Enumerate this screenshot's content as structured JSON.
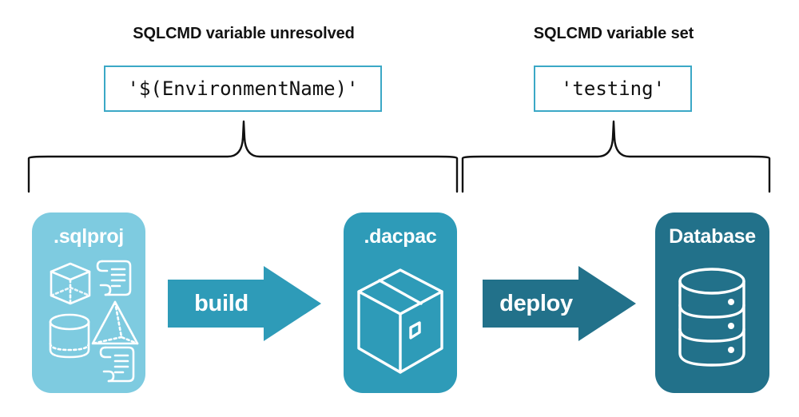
{
  "diagram": {
    "title_left": "SQLCMD variable unresolved",
    "title_right": "SQLCMD variable set",
    "code_left": "'$(EnvironmentName)'",
    "code_right": "'testing'",
    "colors": {
      "light_teal": "#7ECBE0",
      "mid_teal": "#2E9BB8",
      "dark_teal": "#22718A",
      "box_border": "#3BA8C6",
      "brace": "#111111",
      "text_dark": "#121212",
      "text_light": "#ffffff",
      "background": "#ffffff"
    },
    "stages": [
      {
        "id": "sqlproj",
        "label": ".sqlproj",
        "icons": [
          "cube-icon",
          "scroll-icon",
          "pyramid-icon",
          "cylinder-icon",
          "scroll-icon"
        ]
      },
      {
        "id": "dacpac",
        "label": ".dacpac",
        "icons": [
          "package-box-icon"
        ]
      },
      {
        "id": "database",
        "label": "Database",
        "icons": [
          "database-cylinder-icon"
        ]
      }
    ],
    "arrows": [
      {
        "id": "build",
        "label": "build",
        "color": "#2E9BB8"
      },
      {
        "id": "deploy",
        "label": "deploy",
        "color": "#22718A"
      }
    ]
  }
}
